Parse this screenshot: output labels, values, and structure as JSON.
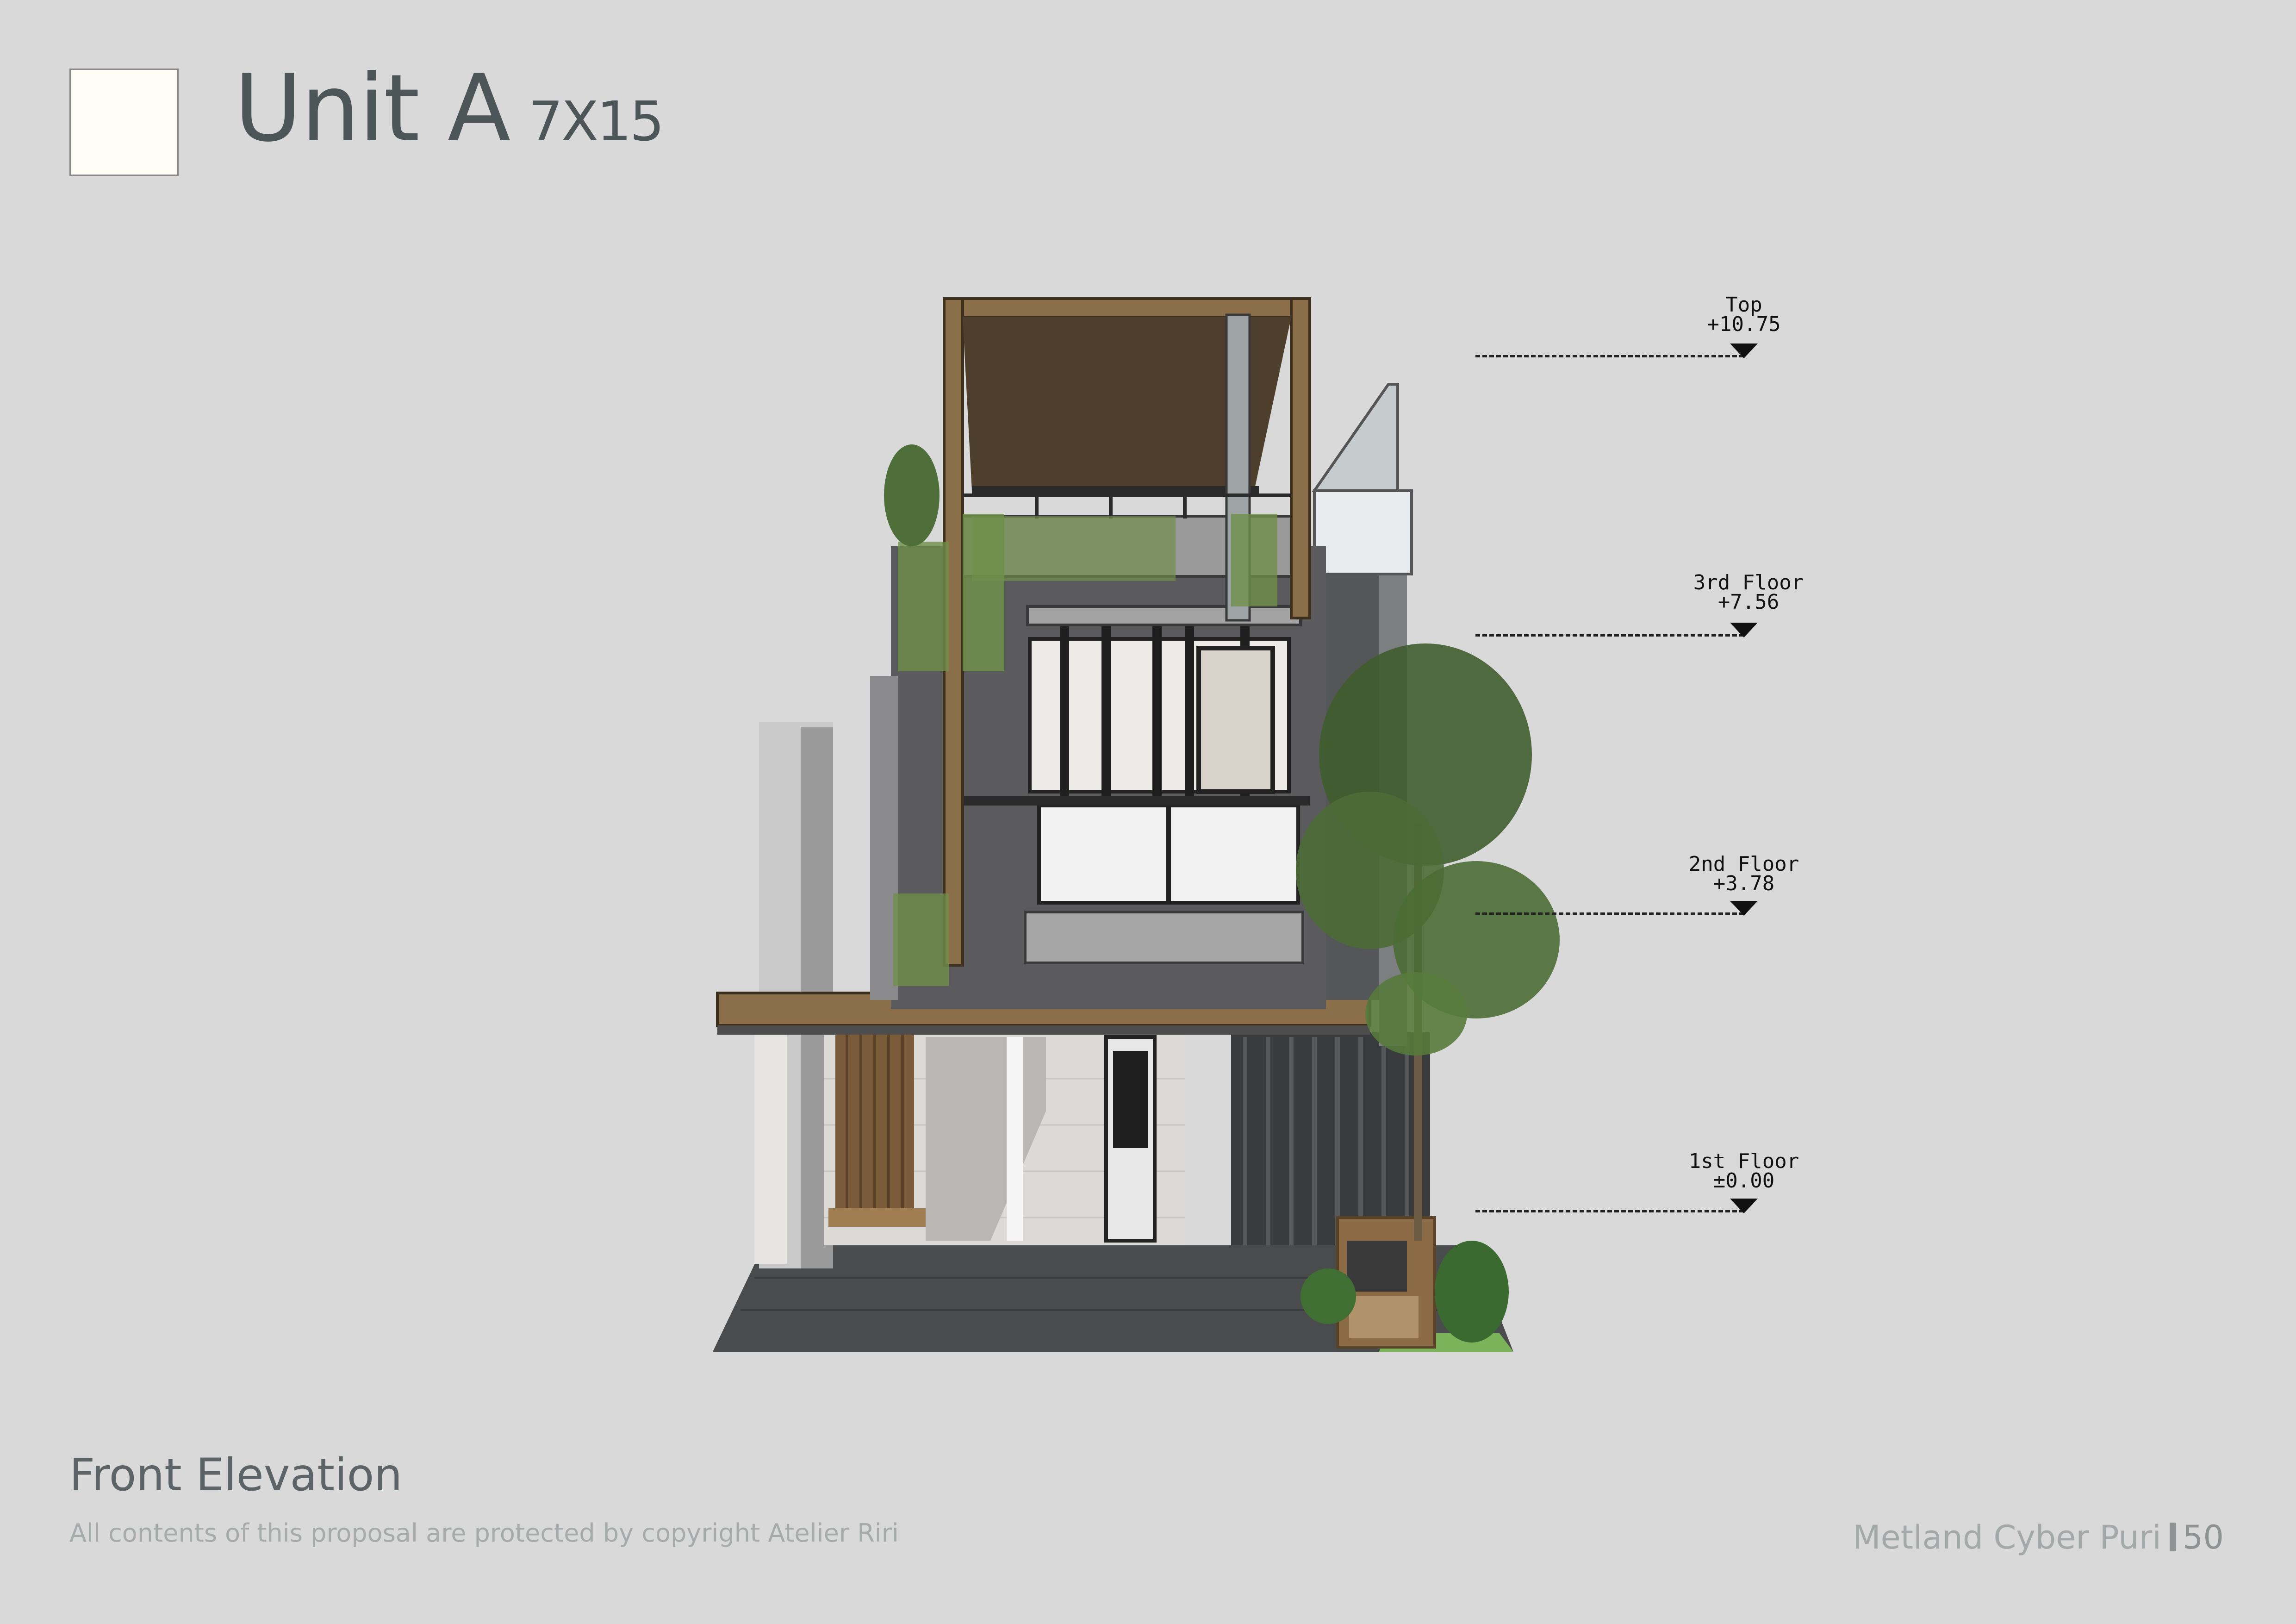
{
  "header": {
    "title": "Unit A",
    "subtitle": "7X15"
  },
  "drawing": {
    "caption": "Front Elevation",
    "copyright": "All contents of this proposal are protected by copyright Atelier Riri",
    "levels": [
      {
        "name": "Top",
        "elevation": "+10.75"
      },
      {
        "name": "3rd Floor",
        "elevation": "+7.56"
      },
      {
        "name": "2nd Floor",
        "elevation": "+3.78"
      },
      {
        "name": "1st Floor",
        "elevation": "±0.00"
      }
    ]
  },
  "footer": {
    "project": "Metland Cyber Puri",
    "page": "50"
  },
  "colors": {
    "background": "#d9d9d9",
    "title": "#4c5558",
    "wood": "#8b6f4a",
    "concrete": "#5e5e5e"
  }
}
